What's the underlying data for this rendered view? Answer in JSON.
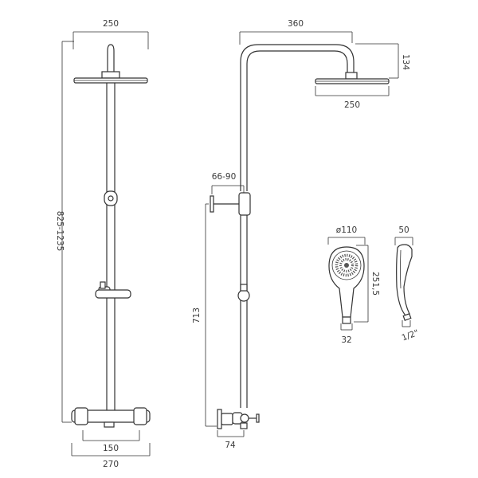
{
  "front_view": {
    "head_width": "250",
    "height_range": "825-1235",
    "bar_centres": "150",
    "bar_width": "270"
  },
  "side_view": {
    "arm_projection": "360",
    "head_drop": "134",
    "head_width": "250",
    "outlet_offset": "66-90",
    "riser_height": "713",
    "bar_depth": "74"
  },
  "handset": {
    "face_diameter": "ø110",
    "length": "251,5",
    "base_width": "32",
    "profile_depth": "50",
    "connection": "1/2\""
  }
}
